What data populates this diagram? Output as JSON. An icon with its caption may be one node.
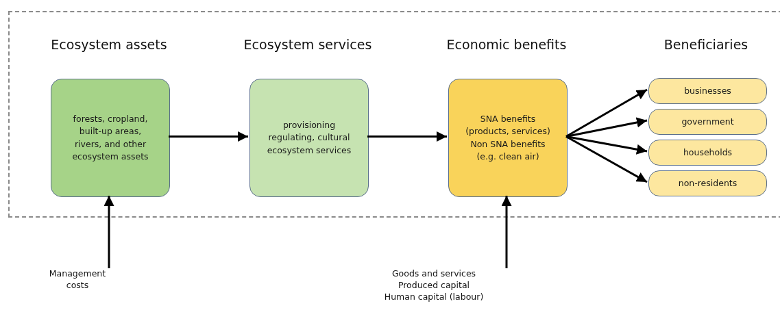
{
  "diagram": {
    "nodes": [
      {
        "text": [],
        "shape": "box"
      },
      {
        "text": [
          "forests, cropland, built-up areas, rivers, and other ecosystem assets"
        ],
        "in": 0
      },
      {
        "text": [
          "provisioning regulating, cultural ecosystem services"
        ],
        "in": 0
      },
      {
        "text": [
          "SNA benefits (products, services) Non  SNA benefits (e.g. clean air)"
        ],
        "in": 0
      },
      {
        "text": [
          "businesses"
        ],
        "in": 0
      },
      {
        "text": [
          "government"
        ],
        "in": 0
      },
      {
        "text": [
          "households"
        ],
        "in": 0
      },
      {
        "text": [
          "non-residents"
        ],
        "in": 0
      },
      {
        "text": [
          "Management costs"
        ]
      },
      {
        "text": [
          "Goods and services",
          "Produced capital",
          "Human capital (labour)"
        ]
      }
    ],
    "edges": [
      {
        "from": 1,
        "to": 2,
        "arrow": "to"
      },
      {
        "from": 2,
        "to": 3,
        "arrow": "to"
      },
      {
        "from": 3,
        "to": 4,
        "arrow": "to"
      },
      {
        "from": 3,
        "to": 5,
        "arrow": "to"
      },
      {
        "from": 3,
        "to": 6,
        "arrow": "to"
      },
      {
        "from": 3,
        "to": 7,
        "arrow": "to"
      },
      {
        "from": 8,
        "to": 1,
        "arrow": "to"
      },
      {
        "from": 9,
        "to": 3,
        "arrow": "to"
      }
    ],
    "labels": [
      "Ecosystem assets",
      "Ecosystem services",
      "Economic benefits",
      "Beneficiaries"
    ]
  }
}
